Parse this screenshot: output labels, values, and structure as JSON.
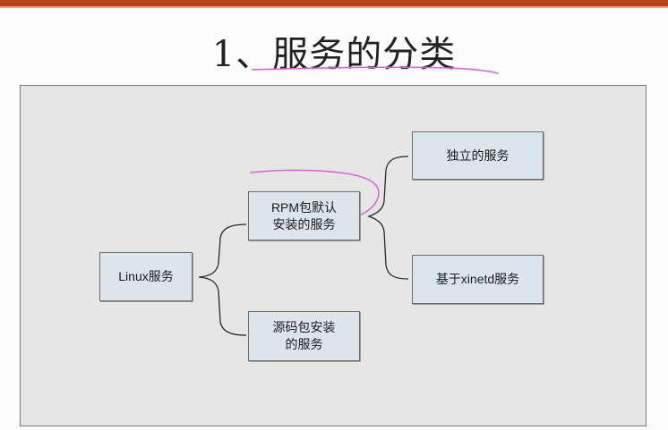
{
  "title": "1、服务的分类",
  "diagram": {
    "root": "Linux服务",
    "rpm_node": {
      "line1": "RPM包默认",
      "line2": "安装的服务"
    },
    "source_node": {
      "line1": "源码包安装",
      "line2": "的服务"
    },
    "standalone": "独立的服务",
    "xinetd": "基于xinetd服务"
  },
  "colors": {
    "node_fill": "#dbe5ee",
    "panel_fill": "#e6e6e6",
    "top_bar": "#b5471f",
    "annotation": "#d966d9"
  }
}
